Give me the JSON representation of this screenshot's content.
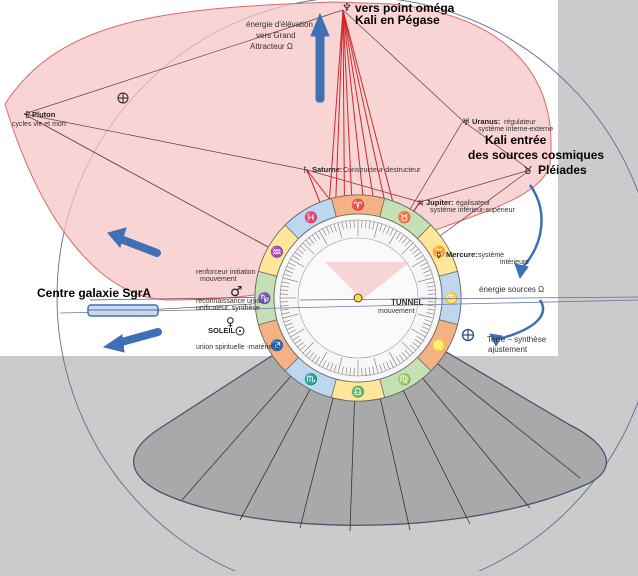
{
  "labels": {
    "omega_line1": "vers point oméga",
    "omega_line2": "Kali en Pégase",
    "energie_line1": "énergie d'élévation",
    "energie_line2": "vers Grand",
    "energie_line3": "Attracteur Ω",
    "pluton_name": "Pluton",
    "pluton_sub": "cycles vie et mort",
    "uranus_name": "Uranus:",
    "uranus_desc1": "régulateur",
    "uranus_desc2": "système interne-externe",
    "kali_line1": "Kali entrée",
    "kali_line2": "des sources cosmiques",
    "kali_line3": "Pléiades",
    "saturne_name": "Saturne:",
    "saturne_desc": "Constructeur-destructeur",
    "jupiter_name": "Jupiter:",
    "jupiter_desc1": "égalisateur",
    "jupiter_desc2": "système inférieur-supérieur",
    "mercure_name": "Mercure:",
    "mercure_desc1": "système",
    "mercure_desc2": "intérieure",
    "energie_sources": "énergie sources Ω",
    "tunnel": "TUNNEL",
    "mouvement": "mouvement",
    "centre_galaxie": "Centre galaxie SgrA",
    "renforceur1": "renforceur initiation",
    "renforceur2": "mouvement",
    "mars_desc1": "reconnaissance union",
    "mars_desc2": "unificateur, synthèse",
    "soleil": "SOLEIL",
    "union_spirituelle": "union spirituelle -matérielle",
    "terre_line1": "Terre – synthèse",
    "terre_line2": "ajustement"
  },
  "icons": {
    "neptune": "♆",
    "pluto": "♇",
    "uranus": "♅",
    "saturn": "♄",
    "jupiter": "♃",
    "mercury": "☿",
    "mars": "♂",
    "venus": "♀",
    "taurus": "♉",
    "earth": "⊕",
    "sun": "☉"
  },
  "zodiac_glyphs": [
    "♈",
    "♉",
    "♊",
    "♋",
    "♌",
    "♍",
    "♎",
    "♏",
    "♐",
    "♑",
    "♒",
    "♓"
  ],
  "colors": {
    "pink_fill": "#f6c6c6",
    "red_lines": "#d02828",
    "blue_arrow": "#3f6fb5",
    "gray_cone": "#a9a9a9",
    "zodiac_fire": "#f4b183",
    "zodiac_earth": "#c5e0b4",
    "zodiac_air": "#ffe699",
    "zodiac_water": "#bdd7ee"
  }
}
